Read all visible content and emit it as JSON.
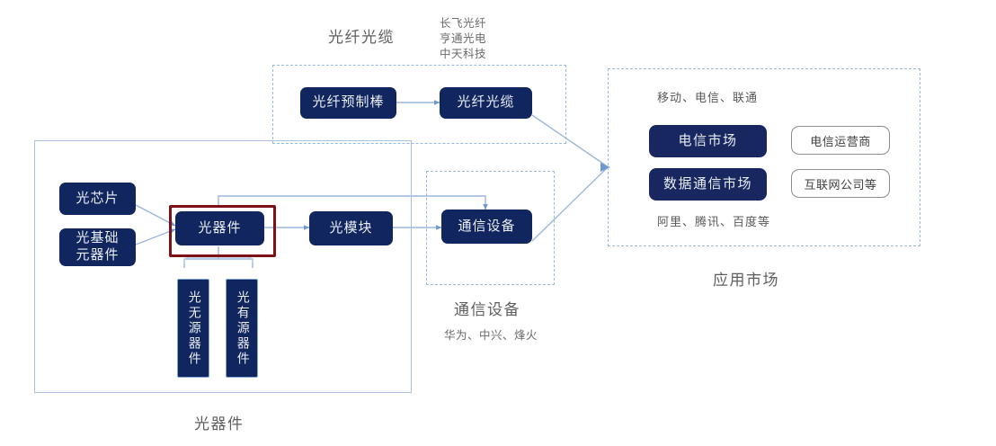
{
  "diagram": {
    "title_hidden": "",
    "colors": {
      "node_fill": "#11255e",
      "market_fill": "#18275f",
      "connector": "#9ab7dd",
      "dashed_border": "#9ab7dd",
      "solid_border": "#a9c2e0",
      "highlight": "#7d1116",
      "pill_border": "#8c8c8c",
      "caption_text": "#5f5f5f"
    }
  },
  "fiber_cable_section": {
    "caption": "光纤光缆",
    "vendors": "长飞光纤\n亨通光电\n中天科技",
    "vendor_lines": [
      "长飞光纤",
      "亨通光电",
      "中天科技"
    ],
    "nodes": [
      {
        "label": "光纤预制棒"
      },
      {
        "label": "光纤光缆"
      }
    ]
  },
  "optical_device_section": {
    "caption": "光器件",
    "inputs": [
      {
        "label": "光芯片"
      },
      {
        "label": "光基础\n元器件",
        "line1": "光基础",
        "line2": "元器件"
      }
    ],
    "core": {
      "label": "光器件",
      "highlighted": true
    },
    "module": {
      "label": "光模块"
    },
    "sub_nodes": [
      {
        "label": "光无源器件"
      },
      {
        "label": "光有源器件"
      }
    ]
  },
  "comm_equipment_section": {
    "caption": "通信设备",
    "vendors": "华为、中兴、烽火",
    "nodes": [
      {
        "label": "通信设备"
      }
    ]
  },
  "application_market_section": {
    "caption": "应用市场",
    "top_note": "移动、电信、联通",
    "bottom_note": "阿里、腾讯、百度等",
    "markets": [
      {
        "label": "电信市场",
        "actor": "电信运营商"
      },
      {
        "label": "数据通信市场",
        "actor": "互联网公司等"
      }
    ]
  }
}
